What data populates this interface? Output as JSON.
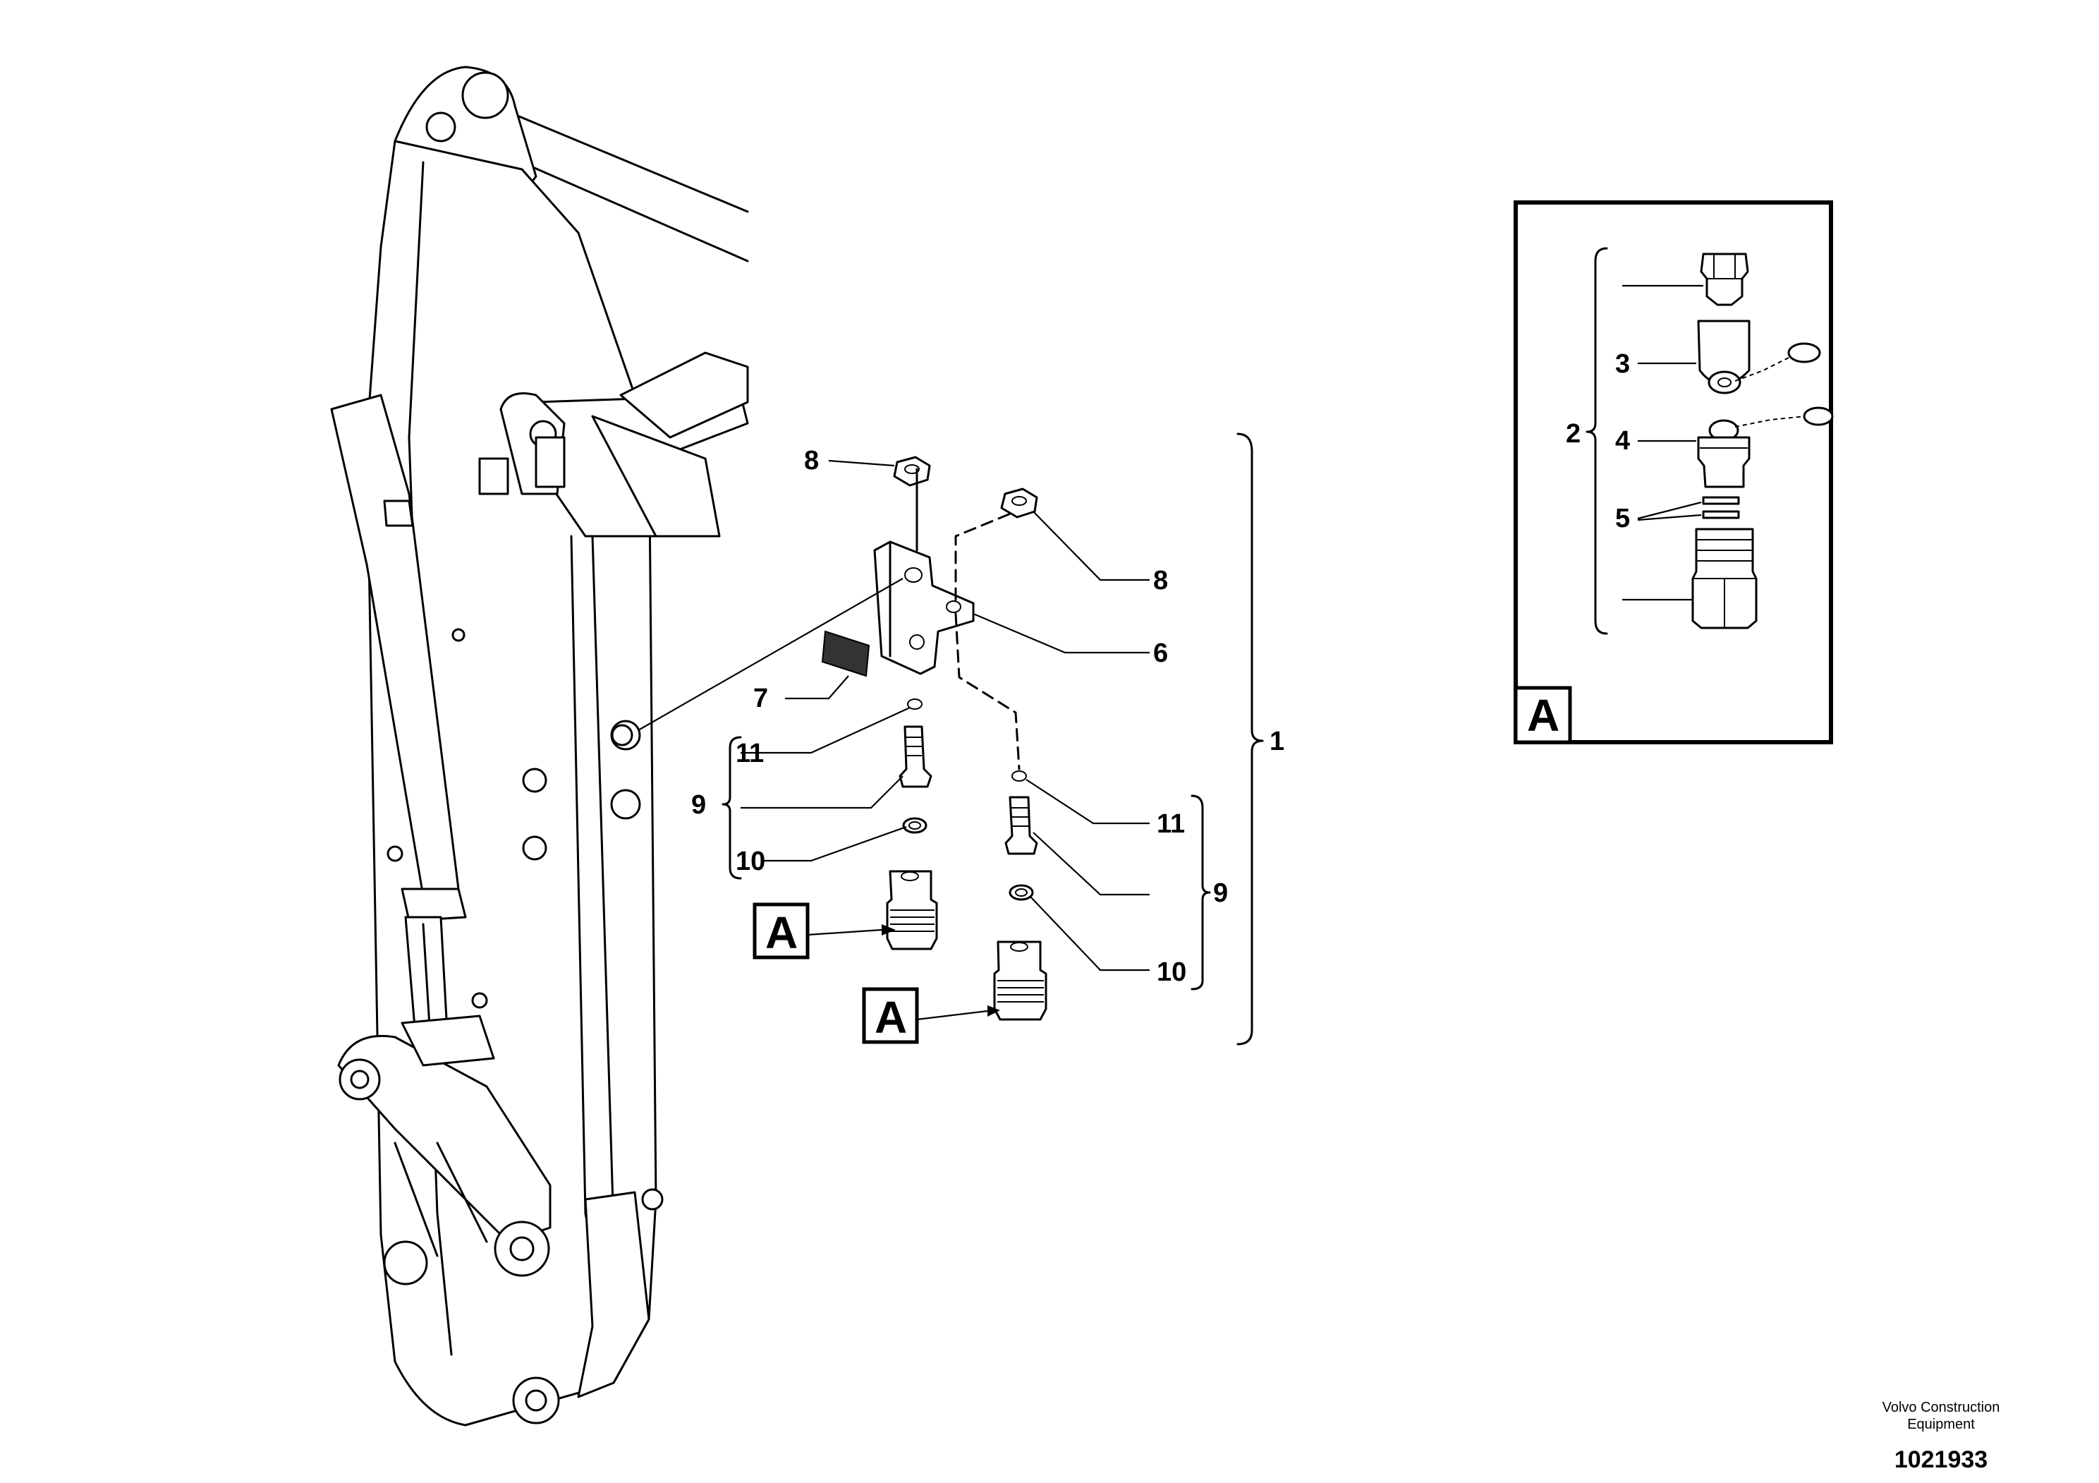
{
  "callouts": {
    "c1": "1",
    "c2": "2",
    "c3": "3",
    "c4": "4",
    "c5": "5",
    "c6": "6",
    "c7": "7",
    "c8a": "8",
    "c8b": "8",
    "c9a": "9",
    "c9b": "9",
    "c10a": "10",
    "c10b": "10",
    "c11a": "11",
    "c11b": "11"
  },
  "detail_label": "A",
  "ref_labels": {
    "a1": "A",
    "a2": "A"
  },
  "footer": {
    "company_line1": "Volvo Construction",
    "company_line2": "Equipment",
    "doc_number": "1021933"
  }
}
